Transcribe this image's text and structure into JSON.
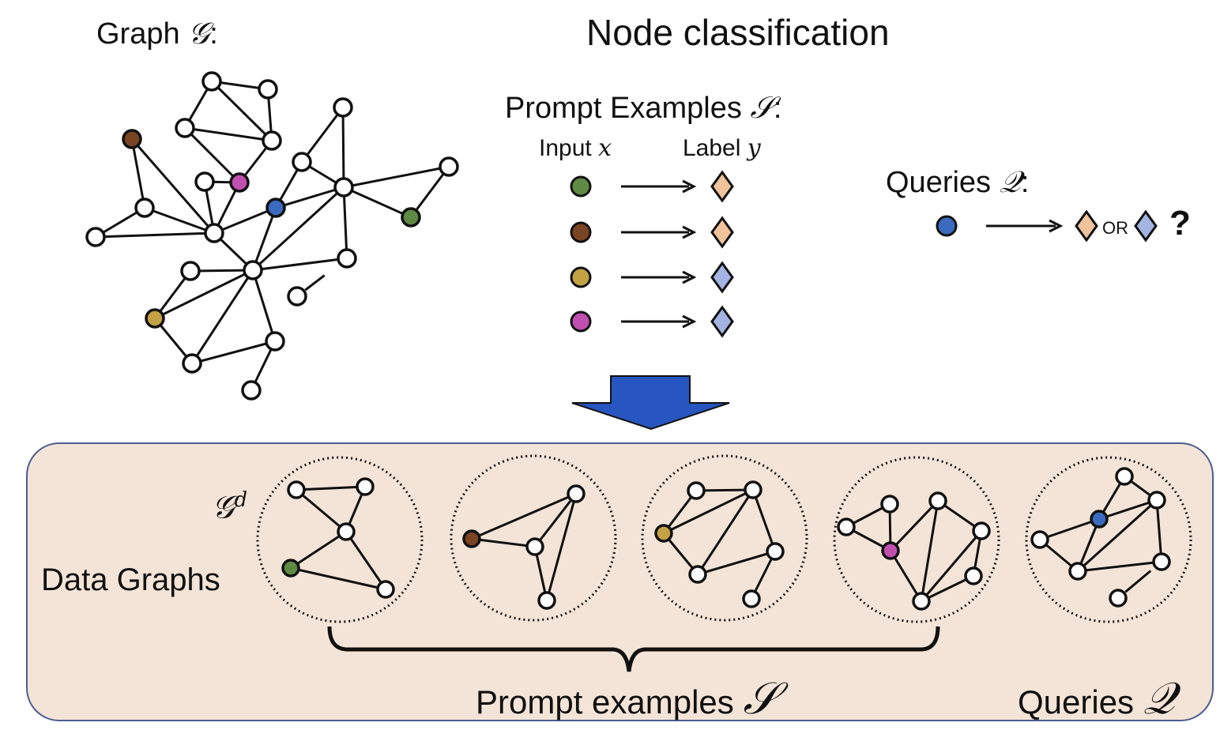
{
  "title": "Node classification",
  "graph_label": {
    "text": "Graph ",
    "symbol": "𝒢",
    "suffix": ":"
  },
  "prompt_examples": {
    "title": "Prompt Examples ",
    "symbol": "𝒮",
    "suffix": ":",
    "input_header": {
      "text": "Input ",
      "symbol": "x"
    },
    "label_header": {
      "text": "Label ",
      "symbol": "y"
    },
    "rows": [
      {
        "input_color": "#5f8a43",
        "label_class": "orange"
      },
      {
        "input_color": "#7a4423",
        "label_class": "orange"
      },
      {
        "input_color": "#c3a144",
        "label_class": "blue"
      },
      {
        "input_color": "#c04fb0",
        "label_class": "blue"
      }
    ]
  },
  "queries": {
    "title": "Queries ",
    "symbol": "𝒬",
    "suffix": ":",
    "input_color": "#3a6bbf",
    "or_text": "OR",
    "question_mark": "?"
  },
  "label_colors": {
    "orange": "#f0c39a",
    "blue": "#a3b4e3"
  },
  "arrow_color": "#2856c0",
  "panel": {
    "background": "#f3e4d7",
    "border": "#4d5d8f",
    "data_graphs_label": "Data Graphs",
    "gd_symbol": "𝒢",
    "gd_superscript": "d",
    "prompt_examples_label": "Prompt examples ",
    "prompt_examples_symbol": "𝒮",
    "queries_label": "Queries ",
    "queries_symbol": "𝒬"
  },
  "main_graph": {
    "nodes": [
      {
        "id": "A",
        "color": "#ffffff"
      },
      {
        "id": "B",
        "color": "#ffffff"
      },
      {
        "id": "C",
        "color": "#ffffff"
      },
      {
        "id": "D",
        "color": "#ffffff"
      },
      {
        "id": "E",
        "color": "#7a4423"
      },
      {
        "id": "F",
        "color": "#ffffff"
      },
      {
        "id": "G",
        "color": "#ffffff"
      },
      {
        "id": "H",
        "color": "#ffffff"
      },
      {
        "id": "I",
        "color": "#ffffff"
      },
      {
        "id": "J",
        "color": "#c04fb0"
      },
      {
        "id": "K",
        "color": "#ffffff"
      },
      {
        "id": "L",
        "color": "#3a6bbf"
      },
      {
        "id": "M",
        "color": "#5f8a43"
      },
      {
        "id": "N",
        "color": "#ffffff"
      },
      {
        "id": "O",
        "color": "#ffffff"
      },
      {
        "id": "P",
        "color": "#ffffff"
      },
      {
        "id": "Q",
        "color": "#ffffff"
      },
      {
        "id": "R",
        "color": "#ffffff"
      },
      {
        "id": "S",
        "color": "#ffffff"
      },
      {
        "id": "T",
        "color": "#ffffff"
      },
      {
        "id": "U",
        "color": "#c3a144"
      },
      {
        "id": "V",
        "color": "#ffffff"
      },
      {
        "id": "W",
        "color": "#ffffff"
      },
      {
        "id": "X",
        "color": "#ffffff"
      }
    ],
    "edges": [
      [
        "A",
        "B"
      ],
      [
        "A",
        "C"
      ],
      [
        "A",
        "D"
      ],
      [
        "B",
        "D"
      ],
      [
        "C",
        "D"
      ],
      [
        "C",
        "J"
      ],
      [
        "D",
        "J"
      ],
      [
        "I",
        "J"
      ],
      [
        "I",
        "P"
      ],
      [
        "J",
        "P"
      ],
      [
        "E",
        "N"
      ],
      [
        "E",
        "P"
      ],
      [
        "N",
        "P"
      ],
      [
        "N",
        "O"
      ],
      [
        "O",
        "P"
      ],
      [
        "P",
        "L"
      ],
      [
        "L",
        "G"
      ],
      [
        "L",
        "K"
      ],
      [
        "L",
        "S"
      ],
      [
        "G",
        "F"
      ],
      [
        "G",
        "K"
      ],
      [
        "F",
        "K"
      ],
      [
        "K",
        "H"
      ],
      [
        "K",
        "M"
      ],
      [
        "H",
        "M"
      ],
      [
        "K",
        "Q"
      ],
      [
        "K",
        "S"
      ],
      [
        "Q",
        "S"
      ],
      [
        "P",
        "S"
      ],
      [
        "S",
        "R"
      ],
      [
        "S",
        "U"
      ],
      [
        "S",
        "W"
      ],
      [
        "S",
        "V"
      ],
      [
        "R",
        "U"
      ],
      [
        "U",
        "W"
      ],
      [
        "W",
        "V"
      ],
      [
        "V",
        "X"
      ]
    ],
    "partial_edges": [
      [
        "T",
        "Q"
      ]
    ]
  },
  "data_graphs": [
    {
      "role": "prompt",
      "nodes": [
        {
          "id": "a",
          "color": "#ffffff"
        },
        {
          "id": "b",
          "color": "#ffffff"
        },
        {
          "id": "c",
          "color": "#ffffff"
        },
        {
          "id": "d",
          "color": "#5f8a43"
        },
        {
          "id": "e",
          "color": "#ffffff"
        }
      ],
      "edges": [
        [
          "a",
          "b"
        ],
        [
          "a",
          "c"
        ],
        [
          "b",
          "c"
        ],
        [
          "c",
          "d"
        ],
        [
          "c",
          "e"
        ],
        [
          "d",
          "e"
        ]
      ]
    },
    {
      "role": "prompt",
      "nodes": [
        {
          "id": "a",
          "color": "#7a4423"
        },
        {
          "id": "b",
          "color": "#ffffff"
        },
        {
          "id": "c",
          "color": "#ffffff"
        },
        {
          "id": "d",
          "color": "#ffffff"
        }
      ],
      "edges": [
        [
          "a",
          "b"
        ],
        [
          "a",
          "c"
        ],
        [
          "b",
          "c"
        ],
        [
          "b",
          "d"
        ],
        [
          "c",
          "d"
        ]
      ]
    },
    {
      "role": "prompt",
      "nodes": [
        {
          "id": "a",
          "color": "#c3a144"
        },
        {
          "id": "b",
          "color": "#ffffff"
        },
        {
          "id": "c",
          "color": "#ffffff"
        },
        {
          "id": "d",
          "color": "#ffffff"
        },
        {
          "id": "e",
          "color": "#ffffff"
        },
        {
          "id": "f",
          "color": "#ffffff"
        }
      ],
      "edges": [
        [
          "a",
          "b"
        ],
        [
          "b",
          "c"
        ],
        [
          "a",
          "c"
        ],
        [
          "a",
          "e"
        ],
        [
          "c",
          "e"
        ],
        [
          "c",
          "d"
        ],
        [
          "e",
          "d"
        ],
        [
          "d",
          "f"
        ]
      ]
    },
    {
      "role": "prompt",
      "nodes": [
        {
          "id": "a",
          "color": "#ffffff"
        },
        {
          "id": "b",
          "color": "#ffffff"
        },
        {
          "id": "c",
          "color": "#c04fb0"
        },
        {
          "id": "d",
          "color": "#ffffff"
        },
        {
          "id": "e",
          "color": "#ffffff"
        },
        {
          "id": "f",
          "color": "#ffffff"
        },
        {
          "id": "g",
          "color": "#ffffff"
        }
      ],
      "edges": [
        [
          "a",
          "b"
        ],
        [
          "a",
          "c"
        ],
        [
          "b",
          "c"
        ],
        [
          "c",
          "d"
        ],
        [
          "c",
          "g"
        ],
        [
          "d",
          "g"
        ],
        [
          "d",
          "e"
        ],
        [
          "e",
          "g"
        ],
        [
          "e",
          "f"
        ],
        [
          "f",
          "g"
        ]
      ]
    },
    {
      "role": "query",
      "nodes": [
        {
          "id": "a",
          "color": "#ffffff"
        },
        {
          "id": "b",
          "color": "#ffffff"
        },
        {
          "id": "c",
          "color": "#3a6bbf"
        },
        {
          "id": "d",
          "color": "#ffffff"
        },
        {
          "id": "e",
          "color": "#ffffff"
        },
        {
          "id": "f",
          "color": "#ffffff"
        },
        {
          "id": "g",
          "color": "#ffffff"
        }
      ],
      "edges": [
        [
          "a",
          "b"
        ],
        [
          "a",
          "c"
        ],
        [
          "b",
          "c"
        ],
        [
          "b",
          "e"
        ],
        [
          "b",
          "f"
        ],
        [
          "c",
          "d"
        ],
        [
          "c",
          "e"
        ],
        [
          "d",
          "e"
        ],
        [
          "e",
          "f"
        ]
      ],
      "partial_edges": [
        [
          "g",
          "f"
        ]
      ]
    }
  ]
}
